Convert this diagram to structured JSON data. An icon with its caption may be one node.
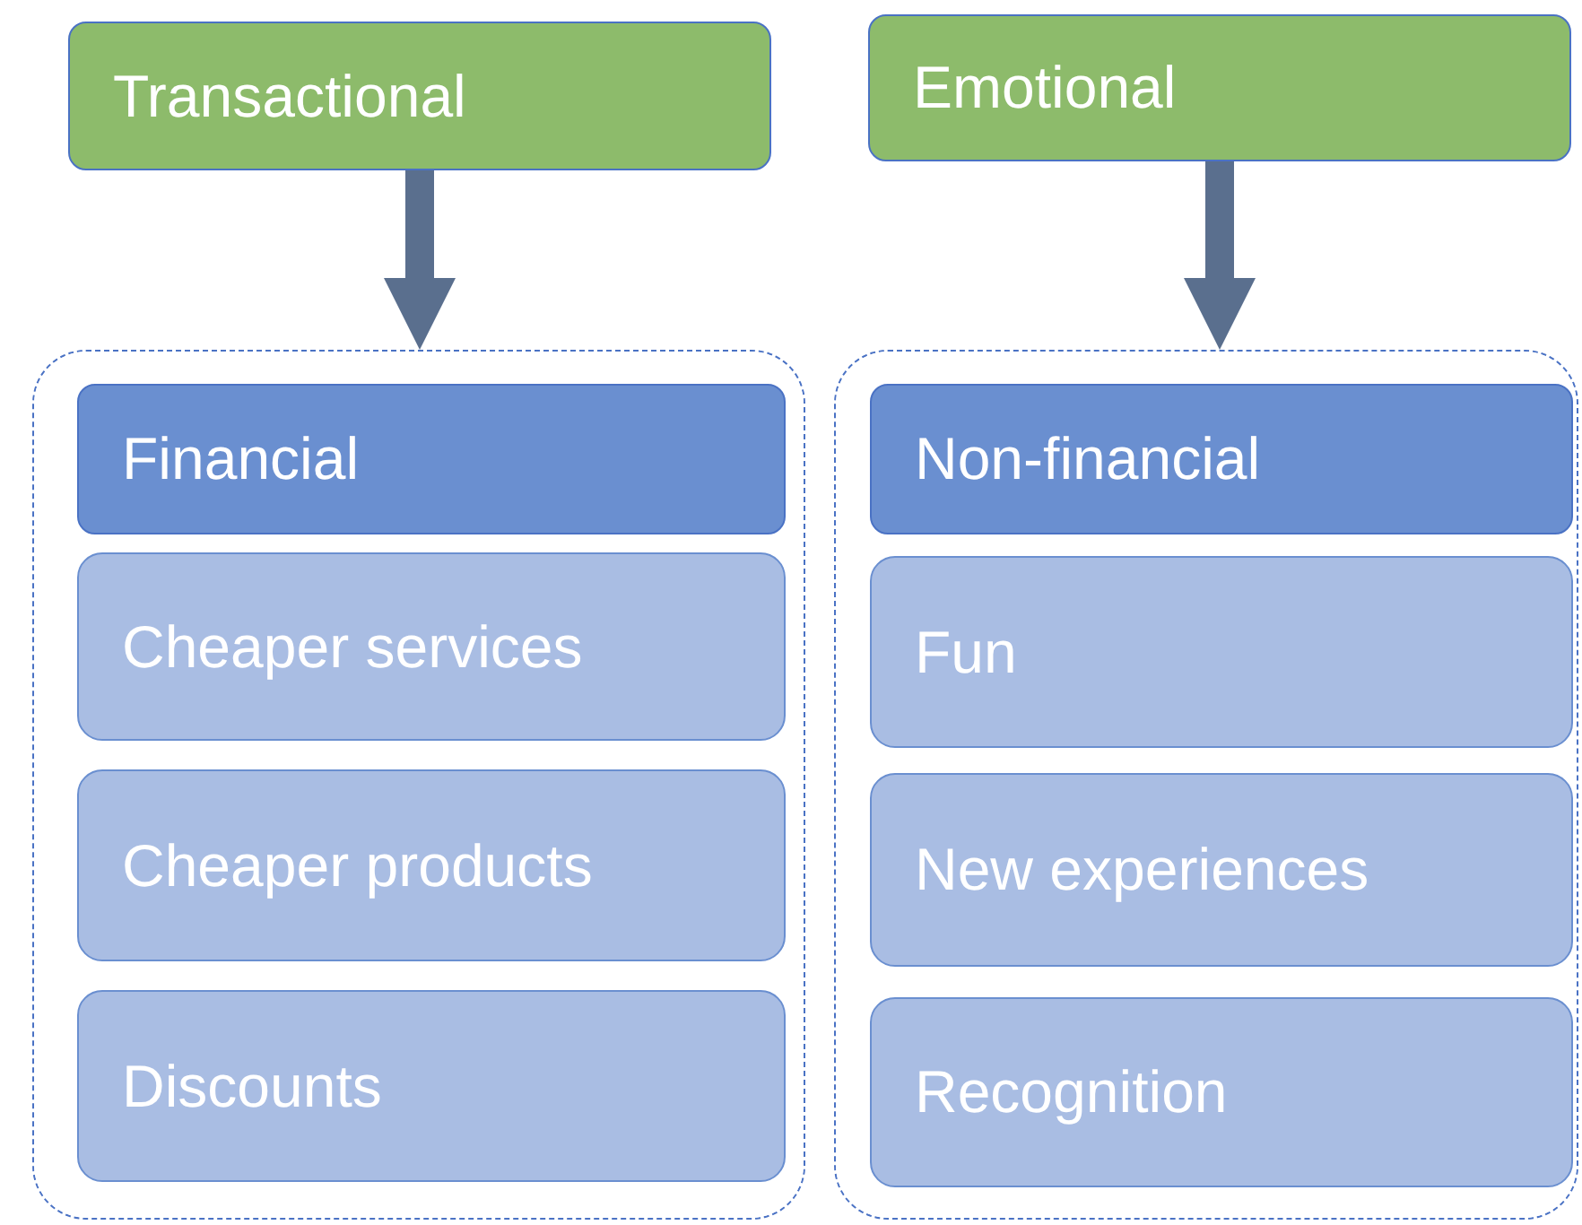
{
  "diagram": {
    "nodes": [
      {
        "text": [
          "Transactional"
        ]
      },
      {
        "text": [
          "Emotional"
        ]
      },
      {
        "text": [],
        "shape": "box"
      },
      {
        "text": [
          "Financial"
        ],
        "in": 2
      },
      {
        "text": [
          "Cheaper services"
        ],
        "in": 2
      },
      {
        "text": [
          "Cheaper products"
        ],
        "in": 2
      },
      {
        "text": [
          "Discounts"
        ],
        "in": 2
      },
      {
        "text": [],
        "shape": "box"
      },
      {
        "text": [
          "Non-financial"
        ],
        "in": 7
      },
      {
        "text": [
          "Fun"
        ],
        "in": 7
      },
      {
        "text": [
          "New experiences"
        ],
        "in": 7
      },
      {
        "text": [
          "Recognition"
        ],
        "in": 7
      }
    ],
    "edges": [
      {
        "from": 0,
        "to": 2,
        "arrow": "to",
        "style": "thick"
      },
      {
        "from": 1,
        "to": 7,
        "arrow": "to",
        "style": "thick"
      }
    ]
  }
}
